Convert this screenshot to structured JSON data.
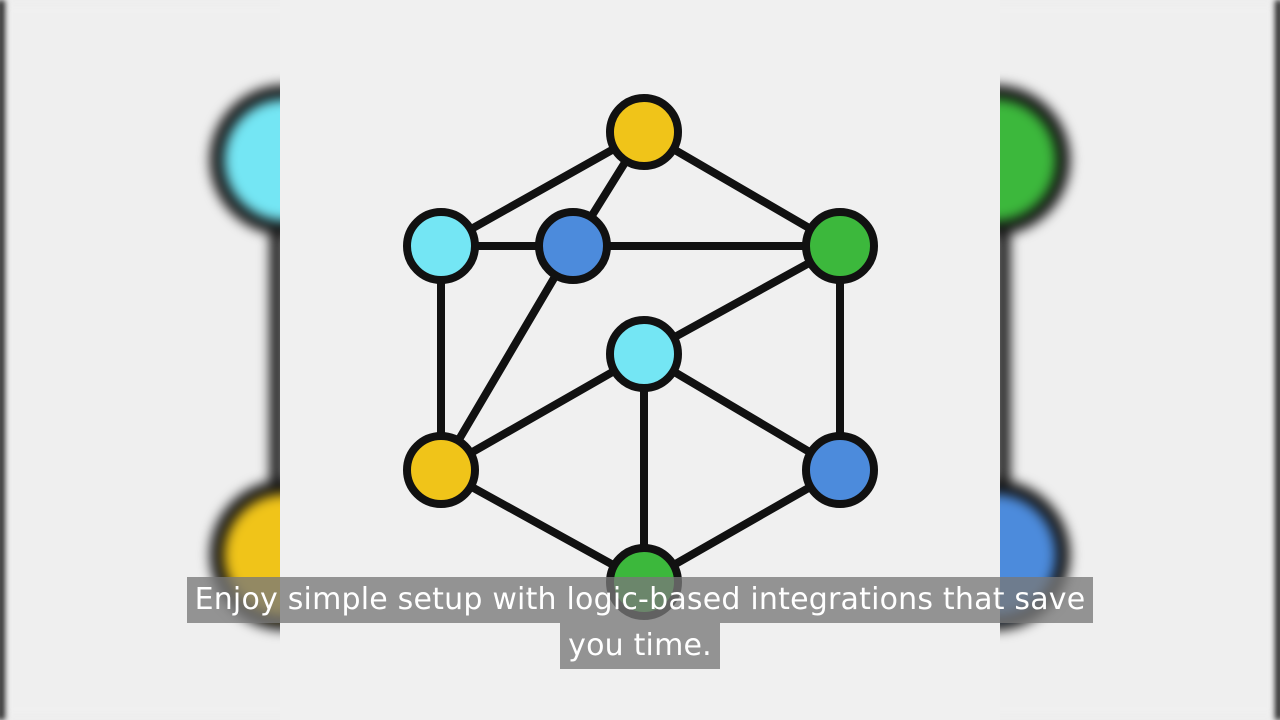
{
  "colors": {
    "yellow": "#f0c419",
    "cyan": "#74e6f4",
    "blue": "#4c8bdc",
    "green": "#3cb83c",
    "stroke": "#111111",
    "background": "#f0f0f0"
  },
  "graph": {
    "nodes": [
      {
        "id": "top",
        "color": "yellow"
      },
      {
        "id": "upper-left",
        "color": "cyan"
      },
      {
        "id": "inner-upper",
        "color": "blue"
      },
      {
        "id": "upper-right",
        "color": "green"
      },
      {
        "id": "center",
        "color": "cyan"
      },
      {
        "id": "lower-left",
        "color": "yellow"
      },
      {
        "id": "lower-right",
        "color": "blue"
      },
      {
        "id": "bottom",
        "color": "green"
      }
    ],
    "edges": [
      [
        "top",
        "upper-left"
      ],
      [
        "top",
        "inner-upper"
      ],
      [
        "top",
        "upper-right"
      ],
      [
        "upper-left",
        "inner-upper"
      ],
      [
        "inner-upper",
        "upper-right"
      ],
      [
        "upper-left",
        "lower-left"
      ],
      [
        "inner-upper",
        "lower-left"
      ],
      [
        "upper-right",
        "center"
      ],
      [
        "upper-right",
        "lower-right"
      ],
      [
        "center",
        "lower-left"
      ],
      [
        "center",
        "lower-right"
      ],
      [
        "center",
        "bottom"
      ],
      [
        "lower-left",
        "bottom"
      ],
      [
        "lower-right",
        "bottom"
      ]
    ]
  },
  "caption": {
    "line1": "Enjoy simple setup with logic-based integrations that save",
    "line2": "you time."
  }
}
